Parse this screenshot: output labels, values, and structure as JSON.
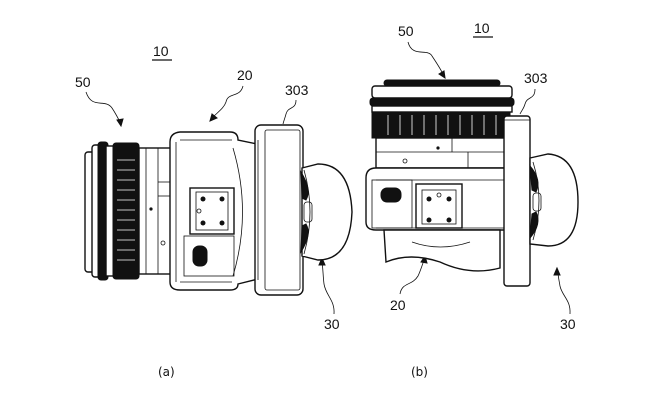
{
  "figure": {
    "assembly_ref": "10",
    "views": [
      {
        "id": "a",
        "caption": "(a)",
        "labels": {
          "assembly": "10",
          "lens": "50",
          "body": "20",
          "panel": "303",
          "grip": "30"
        }
      },
      {
        "id": "b",
        "caption": "(b)",
        "labels": {
          "assembly": "10",
          "lens": "50",
          "body": "20",
          "panel": "303",
          "grip": "30"
        }
      }
    ]
  }
}
